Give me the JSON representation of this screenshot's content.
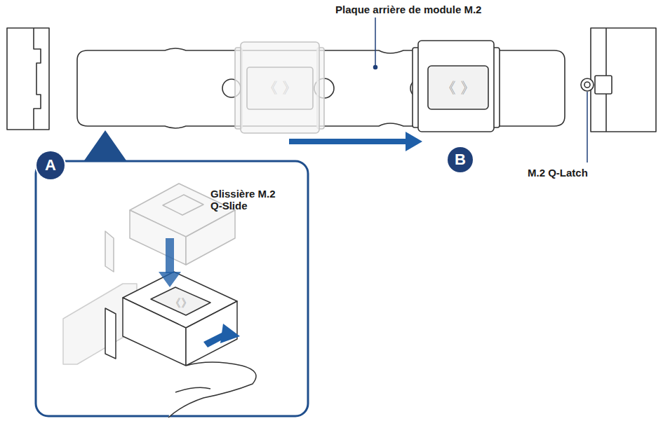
{
  "diagram": {
    "nodes": [
      {
        "text": [
          "A"
        ]
      },
      {
        "text": [
          "B"
        ]
      }
    ],
    "labels": [
      "Plaque arrière de module M.2",
      "Glissière M.2 Q-Slide",
      "M.2 Q-Latch"
    ]
  }
}
